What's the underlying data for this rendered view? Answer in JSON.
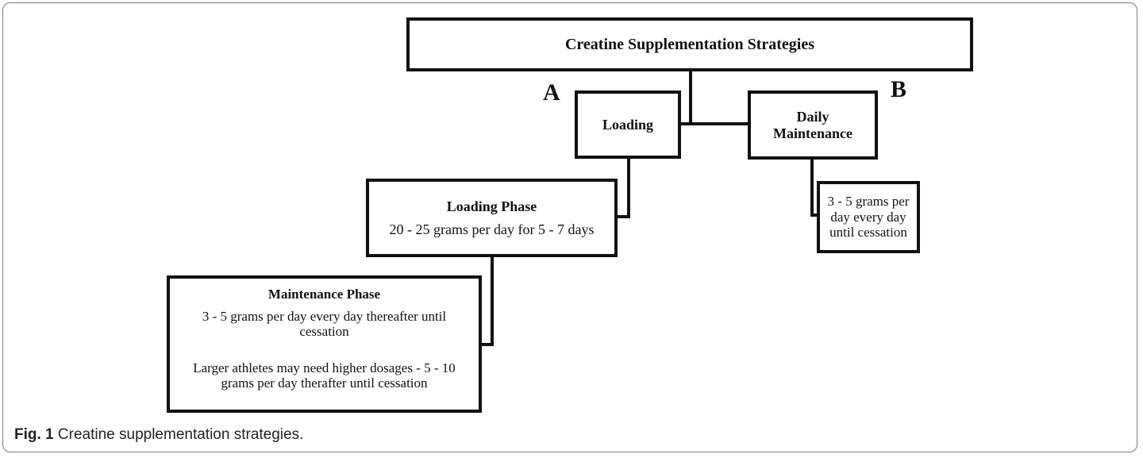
{
  "diagram": {
    "root": {
      "title": "Creatine Supplementation Strategies"
    },
    "branch_a": {
      "letter": "A",
      "label": "Loading",
      "loading_phase": {
        "title": "Loading Phase",
        "text": "20 - 25 grams per day for 5 - 7 days"
      },
      "maintenance_phase": {
        "title": "Maintenance Phase",
        "text1": "3 - 5 grams per day every day thereafter until cessation",
        "text2": "Larger athletes may need higher dosages - 5 - 10 grams per day therafter until cessation"
      }
    },
    "branch_b": {
      "letter": "B",
      "label_line1": "Daily",
      "label_line2": "Maintenance",
      "detail": "3 - 5 grams per day every day until cessation"
    }
  },
  "caption": {
    "label": "Fig. 1",
    "text": "Creatine supplementation strategies."
  }
}
